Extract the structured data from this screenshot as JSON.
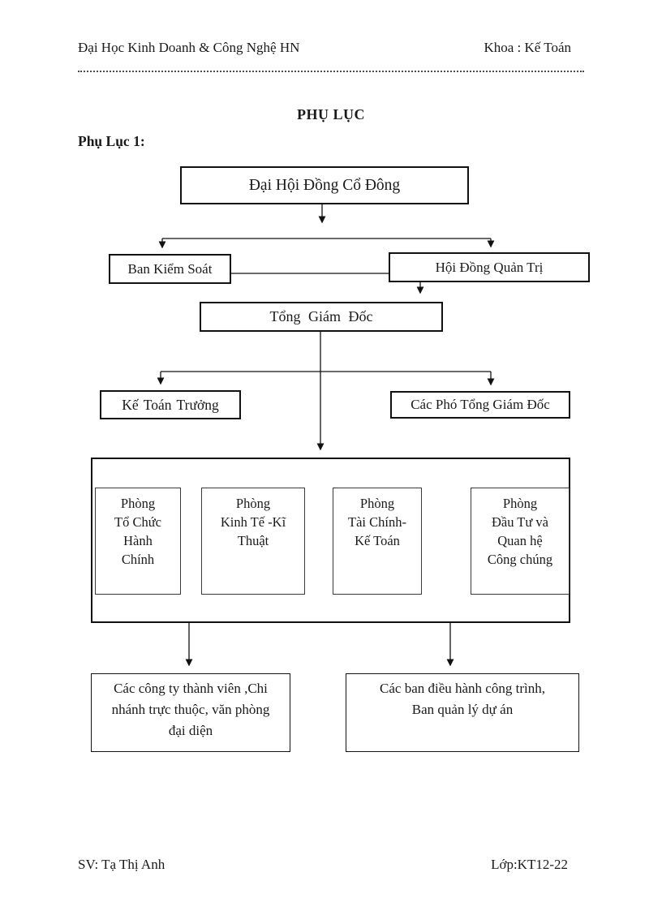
{
  "document": {
    "header_left": "Đại Học Kinh Doanh & Công Nghệ HN",
    "header_right": "Khoa : Kế Toán",
    "title": "PHỤ LỤC",
    "section_label": "Phụ Lục 1:",
    "footer_left": "SV: Tạ Thị Anh",
    "footer_right": "Lớp:KT12-22"
  },
  "org_chart": {
    "nodes": {
      "shareholders_meeting": "Đại Hội Đồng Cổ Đông",
      "supervisory_board": "Ban Kiểm Soát",
      "board_of_directors": "Hội Đồng Quản Trị",
      "general_director": "Tổng Giám Đốc",
      "chief_accountant": "Kế Toán Trưởng",
      "deputy_general_directors": "Các Phó Tổng Giám Đốc",
      "dept_admin": "Phòng\nTổ Chức\nHành\nChính",
      "dept_econ_tech": "Phòng\nKinh Tế -Kĩ\nThuật",
      "dept_finance_accounting": "Phòng\nTài Chính-\nKế Toán",
      "dept_investment_pr": "Phòng\nĐầu Tư và\nQuan hệ\nCông chúng",
      "member_companies": "Các công ty thành viên ,Chi\nnhánh trực thuộc, văn phòng\nđại diện",
      "project_boards": "Các ban điều hành công trình,\nBan quản lý dự án"
    },
    "line_color": "#111111"
  }
}
